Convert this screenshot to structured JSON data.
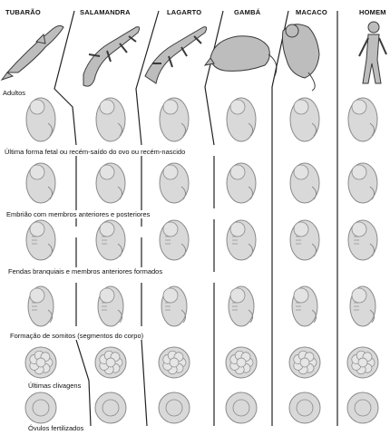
{
  "columns": [
    "TUBARÃO",
    "SALAMANDRA",
    "LAGARTO",
    "GAMBÁ",
    "MACACO",
    "HOMEM"
  ],
  "stages": [
    "Adultos",
    "Última forma fetal ou recém-saído do ovo ou recém-nascido",
    "Embrião com membros anteriores e posteriores",
    "Fendas branquiais e membros anteriores formados",
    "Formação de somitos (segmentos do corpo)",
    "Últimas clivagens",
    "Óvulos fertilizados"
  ],
  "colors": {
    "line": "#222222",
    "embryo_fill": "#d9d9d9",
    "embryo_stroke": "#8a8a8a",
    "animal_fill": "#bdbdbd",
    "animal_stroke": "#3a3a3a"
  }
}
